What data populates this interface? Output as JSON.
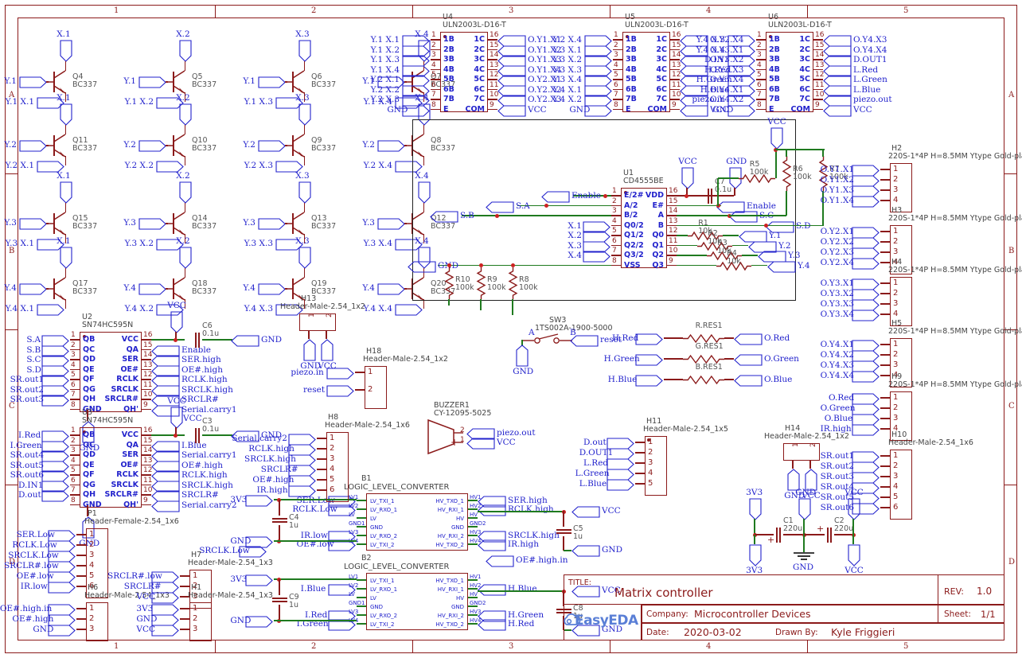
{
  "sheet": {
    "zones_top": [
      "1",
      "2",
      "3",
      "4",
      "5"
    ],
    "zones_side": [
      "A",
      "B",
      "C",
      "D"
    ]
  },
  "title_block": {
    "title_label": "TITLE:",
    "title_value": "Matrix controller",
    "rev_label": "REV:",
    "rev_value": "1.0",
    "company_label": "Company:",
    "company_value": "Microcontroller Devices",
    "sheet_label": "Sheet:",
    "sheet_value": "1/1",
    "date_label": "Date:",
    "date_value": "2020-03-02",
    "drawn_label": "Drawn By:",
    "drawn_value": "Kyle Friggieri",
    "logo_text": "EasyEDA"
  },
  "transistor_matrix": {
    "part": "BC337",
    "cells": [
      {
        "ref": "Q4",
        "x": "X.1",
        "y": "Y.1",
        "out": "Y.1 X.1"
      },
      {
        "ref": "Q5",
        "x": "X.2",
        "y": "Y.1",
        "out": "Y.1 X.2"
      },
      {
        "ref": "Q6",
        "x": "X.3",
        "y": "Y.1",
        "out": "Y.1 X.3"
      },
      {
        "ref": "Q7",
        "x": "X.4",
        "y": "Y.1",
        "out": "Y.1 X.4"
      },
      {
        "ref": "Q11",
        "x": "X.1",
        "y": "Y.2",
        "out": "Y.2 X.1"
      },
      {
        "ref": "Q10",
        "x": "X.2",
        "y": "Y.2",
        "out": "Y.2 X.2"
      },
      {
        "ref": "Q9",
        "x": "X.3",
        "y": "Y.2",
        "out": "Y.2 X.3"
      },
      {
        "ref": "Q8",
        "x": "X.4",
        "y": "Y.2",
        "out": "Y.2 X.4"
      },
      {
        "ref": "Q15",
        "x": "X.1",
        "y": "Y.3",
        "out": "Y.3 X.1"
      },
      {
        "ref": "Q14",
        "x": "X.2",
        "y": "Y.3",
        "out": "Y.3 X.2"
      },
      {
        "ref": "Q13",
        "x": "X.3",
        "y": "Y.3",
        "out": "Y.3 X.3"
      },
      {
        "ref": "Q12",
        "x": "X.4",
        "y": "Y.3",
        "out": "Y.3 X.4"
      },
      {
        "ref": "Q17",
        "x": "X.1",
        "y": "Y.4",
        "out": "Y.4 X.1"
      },
      {
        "ref": "Q18",
        "x": "X.2",
        "y": "Y.4",
        "out": "Y.4 X.2"
      },
      {
        "ref": "Q19",
        "x": "X.3",
        "y": "Y.4",
        "out": "Y.4 X.3"
      },
      {
        "ref": "Q20",
        "x": "X.4",
        "y": "Y.4",
        "out": "Y.4 X.4"
      }
    ]
  },
  "uln_drivers": [
    {
      "ref": "U4",
      "part": "ULN2003L-D16-T",
      "left_pins": [
        "1B",
        "2B",
        "3B",
        "4B",
        "5B",
        "6B",
        "7B",
        "E"
      ],
      "right_pins": [
        "1C",
        "2C",
        "3C",
        "4C",
        "5C",
        "6C",
        "7C",
        "COM"
      ],
      "left_nums": [
        "1",
        "2",
        "3",
        "4",
        "5",
        "6",
        "7",
        "8"
      ],
      "right_nums": [
        "16",
        "15",
        "14",
        "13",
        "12",
        "11",
        "10",
        "9"
      ],
      "left_nets": [
        "Y.1 X.1",
        "Y.1 X.2",
        "Y.1 X.3",
        "Y.1 X.4",
        "Y.2 X.1",
        "Y.2 X.2",
        "Y.2 X.3",
        "GND"
      ],
      "right_nets": [
        "O.Y1.X1",
        "O.Y1.X2",
        "O.Y1.X3",
        "O.Y1.X4",
        "O.Y2.X1",
        "O.Y2.X2",
        "O.Y2.X3",
        "VCC"
      ]
    },
    {
      "ref": "U5",
      "part": "ULN2003L-D16-T",
      "left_pins": [
        "1B",
        "2B",
        "3B",
        "4B",
        "5B",
        "6B",
        "7B",
        "E"
      ],
      "right_pins": [
        "1C",
        "2C",
        "3C",
        "4C",
        "5C",
        "6C",
        "7C",
        "COM"
      ],
      "left_nums": [
        "1",
        "2",
        "3",
        "4",
        "5",
        "6",
        "7",
        "8"
      ],
      "right_nums": [
        "16",
        "15",
        "14",
        "13",
        "12",
        "11",
        "10",
        "9"
      ],
      "left_nets": [
        "Y.2 X.4",
        "Y.3 X.1",
        "Y.3 X.2",
        "Y.3 X.3",
        "Y.3 X.4",
        "Y.4 X.1",
        "Y.4 X.2",
        "GND"
      ],
      "right_nets": [
        "O.Y2.X4",
        "O.Y3.X1",
        "O.Y3.X2",
        "O.Y3.X3",
        "O.Y3.X4",
        "O.Y4.X1",
        "O.Y4.X2",
        "VCC"
      ]
    },
    {
      "ref": "U6",
      "part": "ULN2003L-D16-T",
      "left_pins": [
        "1B",
        "2B",
        "3B",
        "4B",
        "5B",
        "6B",
        "7B",
        "E"
      ],
      "right_pins": [
        "1C",
        "2C",
        "3C",
        "4C",
        "5C",
        "6C",
        "7C",
        "COM"
      ],
      "left_nums": [
        "1",
        "2",
        "3",
        "4",
        "5",
        "6",
        "7",
        "8"
      ],
      "right_nums": [
        "16",
        "15",
        "14",
        "13",
        "12",
        "11",
        "10",
        "9"
      ],
      "left_nets": [
        "Y.4 X.3",
        "Y.4 X.4",
        "D.IN1",
        "H.Red",
        "H.Green",
        "H.Blue",
        "piezo.in",
        "GND"
      ],
      "right_nets": [
        "O.Y4.X3",
        "O.Y4.X4",
        "D.OUT1",
        "L.Red",
        "L.Green",
        "L.Blue",
        "piezo.out",
        "VCC"
      ]
    }
  ],
  "decoder": {
    "ref": "U1",
    "part": "CD4555BE",
    "left_pins": [
      "E/2#",
      "A/2",
      "B/2",
      "Q0/2",
      "Q1/2",
      "Q2/2",
      "Q3/2",
      "VSS"
    ],
    "right_pins": [
      "VDD",
      "E#",
      "A",
      "B",
      "Q0",
      "Q1",
      "Q2",
      "Q3"
    ],
    "left_nums": [
      "1",
      "2",
      "3",
      "4",
      "5",
      "6",
      "7",
      "8"
    ],
    "right_nums": [
      "16",
      "15",
      "14",
      "13",
      "12",
      "11",
      "10",
      "9"
    ],
    "left_nets": [
      "Enable",
      "S.A",
      "S.B",
      "X.1",
      "X.2",
      "X.3",
      "X.4",
      "GND"
    ],
    "right_nets": [
      "VCC",
      "Enable",
      "S.C",
      "S.D",
      "Y.1",
      "Y.2",
      "Y.3",
      "Y.4"
    ],
    "pulldowns": [
      {
        "ref": "R10",
        "value": "100k"
      },
      {
        "ref": "R9",
        "value": "100k"
      },
      {
        "ref": "R8",
        "value": "100k"
      }
    ],
    "series_resistors": [
      {
        "ref": "R1",
        "value": "10k"
      },
      {
        "ref": "R2",
        "value": "10k"
      },
      {
        "ref": "R3",
        "value": "10k"
      },
      {
        "ref": "R4",
        "value": "10k"
      }
    ],
    "pullups": [
      {
        "ref": "R5",
        "value": "100k"
      },
      {
        "ref": "R6",
        "value": "100k"
      },
      {
        "ref": "R7",
        "value": "100k"
      }
    ],
    "decoupling": {
      "ref": "C7",
      "value": "0.1u"
    },
    "rails": [
      "VCC",
      "GND",
      "GND"
    ]
  },
  "shift_registers": [
    {
      "ref": "U2",
      "part": "SN74HC595N",
      "left_pins": [
        "QB",
        "QC",
        "QD",
        "QE",
        "QF",
        "QG",
        "QH",
        "GND"
      ],
      "right_pins": [
        "VCC",
        "QA",
        "SER",
        "OE#",
        "RCLK",
        "SRCLK",
        "SRCLR#",
        "QH'"
      ],
      "left_nums": [
        "1",
        "2",
        "3",
        "4",
        "5",
        "6",
        "7",
        "8"
      ],
      "right_nums": [
        "16",
        "15",
        "14",
        "13",
        "12",
        "11",
        "10",
        "9"
      ],
      "left_nets": [
        "S.A",
        "S.B",
        "S.C",
        "S.D",
        "SR.out1",
        "SR.out2",
        "SR.out3",
        "GND"
      ],
      "right_nets": [
        "",
        "Enable",
        "SER.high",
        "OE#.high",
        "RCLK.high",
        "SRCLK.high",
        "SRCLR#",
        "Serial.carry1"
      ],
      "cap": {
        "ref": "C6",
        "value": "0.1u"
      },
      "rail_top": "VCC",
      "rail_cap_right": "GND"
    },
    {
      "ref": "U3",
      "part": "SN74HC595N",
      "left_pins": [
        "QB",
        "QC",
        "QD",
        "QE",
        "QF",
        "QG",
        "QH",
        "GND"
      ],
      "right_pins": [
        "VCC",
        "QA",
        "SER",
        "OE#",
        "RCLK",
        "SRCLK",
        "SRCLR#",
        "QH'"
      ],
      "left_nums": [
        "1",
        "2",
        "3",
        "4",
        "5",
        "6",
        "7",
        "8"
      ],
      "right_nums": [
        "16",
        "15",
        "14",
        "13",
        "12",
        "11",
        "10",
        "9"
      ],
      "left_nets": [
        "I.Red",
        "I.Green",
        "SR.out4",
        "SR.out5",
        "SR.out6",
        "D.IN1",
        "D.out",
        "GND"
      ],
      "right_nets": [
        "",
        "I.Blue",
        "Serial.carry1",
        "OE#.high",
        "RCLK.high",
        "SRCLK.high",
        "SRCLR#",
        "Serial.carry2"
      ],
      "cap": {
        "ref": "C3",
        "value": "0.1u"
      },
      "rail_top": "VCC",
      "rail_cap_right": "GND"
    }
  ],
  "level_converters": [
    {
      "ref": "B1",
      "part": "LOGIC_LEVEL_CONVERTER",
      "left_pins": [
        "LV_TXI_1",
        "LV_RXO_1",
        "LV",
        "GND",
        "LV_RXO_2",
        "LV_TXI_2"
      ],
      "right_pins": [
        "HV_TXO_1",
        "HV_RXI_1",
        "HV",
        "GND",
        "HV_RXI_2",
        "HV_TXO_2"
      ],
      "left_nums": [
        "LV1",
        "LV2",
        "LV",
        "GND1",
        "LV3",
        "LV4"
      ],
      "right_nums": [
        "HV1",
        "HV2",
        "HV",
        "GND2",
        "HV3",
        "HV4"
      ],
      "left_nets": [
        "SER.Low",
        "RCLK.Low",
        "",
        "",
        "IR.low",
        "OE#.low"
      ],
      "right_nets": [
        "SER.high",
        "RCLK.high",
        "",
        "",
        "SRCLK.high",
        "IR.high"
      ],
      "rail_in": "3V3",
      "rail_gnd": "GND",
      "cap_in": {
        "ref": "C4",
        "value": "1u"
      },
      "cap_out": {
        "ref": "C5",
        "value": "1u"
      },
      "rail_out": "VCC",
      "rail_out_gnd": "GND",
      "extra_left": "SRCLK.Low",
      "extra_right": "OE#.high.in"
    },
    {
      "ref": "B2",
      "part": "LOGIC_LEVEL_CONVERTER",
      "left_pins": [
        "LV_TXI_1",
        "LV_RXO_1",
        "LV",
        "GND",
        "LV_RXO_2",
        "LV_TXI_2"
      ],
      "right_pins": [
        "HV_TXO_1",
        "HV_RXI_1",
        "HV",
        "GND",
        "HV_RXI_2",
        "HV_TXO_2"
      ],
      "left_nums": [
        "LV1",
        "LV2",
        "LV",
        "GND1",
        "LV3",
        "LV4"
      ],
      "right_nums": [
        "HV1",
        "HV2",
        "HV",
        "GND2",
        "HV3",
        "HV4"
      ],
      "left_nets": [
        "",
        "I.Blue",
        "",
        "",
        "I.Red",
        "I.Green"
      ],
      "right_nets": [
        "",
        "H.Blue",
        "",
        "",
        "H.Green",
        "H.Red"
      ],
      "rail_in": "3V3",
      "rail_gnd": "GND",
      "cap_in": {
        "ref": "C9",
        "value": "1u"
      },
      "cap_out": {
        "ref": "C8",
        "value": "1u"
      },
      "rail_out": "VCC",
      "rail_out_gnd": "GND"
    }
  ],
  "connectors": [
    {
      "ref": "H2",
      "part": "220S-1*4P H=8.5MM Ytype Gold-plated",
      "pins": [
        "1",
        "2",
        "3",
        "4"
      ],
      "nets": [
        "O.Y1.X1",
        "O.Y1.X2",
        "O.Y1.X3",
        "O.Y1.X4"
      ]
    },
    {
      "ref": "H3",
      "part": "220S-1*4P H=8.5MM Ytype Gold-plated",
      "pins": [
        "1",
        "2",
        "3",
        "4"
      ],
      "nets": [
        "O.Y2.X1",
        "O.Y2.X2",
        "O.Y2.X3",
        "O.Y2.X4"
      ]
    },
    {
      "ref": "H4",
      "part": "220S-1*4P H=8.5MM Ytype Gold-plated",
      "pins": [
        "1",
        "2",
        "3",
        "4"
      ],
      "nets": [
        "O.Y3.X1",
        "O.Y3.X2",
        "O.Y3.X3",
        "O.Y3.X4"
      ]
    },
    {
      "ref": "H5",
      "part": "220S-1*4P H=8.5MM Ytype Gold-plated",
      "pins": [
        "1",
        "2",
        "3",
        "4"
      ],
      "nets": [
        "O.Y4.X1",
        "O.Y4.X2",
        "O.Y4.X3",
        "O.Y4.X4"
      ]
    },
    {
      "ref": "H9",
      "part": "220S-1*4P H=8.5MM Ytype Gold-plated",
      "pins": [
        "1",
        "2",
        "3",
        "4"
      ],
      "nets": [
        "O.Red",
        "O.Green",
        "O.Blue",
        "IR.high"
      ]
    },
    {
      "ref": "H10",
      "part": "Header-Male-2.54_1x6",
      "pins": [
        "1",
        "2",
        "3",
        "4",
        "5",
        "6"
      ],
      "nets": [
        "SR.out1",
        "SR.out2",
        "SR.out3",
        "SR.out4",
        "SR.out5",
        "SR.out6"
      ]
    },
    {
      "ref": "P1",
      "part": "Header-Female-2.54_1x6",
      "pins": [
        "1",
        "2",
        "3",
        "4",
        "5",
        "6"
      ],
      "nets": [
        "SER.Low",
        "RCLK.Low",
        "SRCLK.Low",
        "SRCLR#.low",
        "OE#.low",
        "IR.low"
      ]
    },
    {
      "ref": "H8",
      "part": "Header-Male-2.54_1x6",
      "pins": [
        "1",
        "2",
        "3",
        "4",
        "5",
        "6"
      ],
      "nets": [
        "Serial.carry2",
        "RCLK.high",
        "SRCLK.high",
        "SRCLR#",
        "OE#.high",
        "IR.high"
      ]
    },
    {
      "ref": "H11",
      "part": "Header-Male-2.54_1x5",
      "pins": [
        "1",
        "2",
        "3",
        "4",
        "5"
      ],
      "nets": [
        "D.out",
        "D.OUT1",
        "L.Red",
        "L.Green",
        "L.Blue"
      ]
    },
    {
      "ref": "H18",
      "part": "Header-Male-2.54_1x2",
      "pins": [
        "1",
        "2"
      ],
      "nets": [
        "piezo.in",
        "reset"
      ]
    },
    {
      "ref": "H13",
      "part": "Header-Male-2.54_1x2",
      "pins": [
        "1",
        "2"
      ],
      "nets": [
        "GND",
        "VCC"
      ]
    },
    {
      "ref": "H14",
      "part": "Header-Male-2.54_1x2",
      "pins": [
        "1",
        "2"
      ],
      "nets": [
        "GND",
        "VCC"
      ]
    },
    {
      "ref": "H6",
      "part": "Header-Male-2.54_1x3",
      "pins": [
        "1",
        "2",
        "3"
      ],
      "nets": [
        "OE#.high.in",
        "OE#.high",
        "GND"
      ]
    },
    {
      "ref": "H7",
      "part": "Header-Male-2.54_1x3",
      "pins": [
        "1",
        "2",
        "3"
      ],
      "nets": [
        "SRCLR#.low",
        "SRCLR#",
        "VCC"
      ]
    },
    {
      "ref": "H1",
      "part": "Header-Male-2.54_1x3",
      "pins": [
        "1",
        "2",
        "3"
      ],
      "nets": [
        "3V3",
        "GND",
        "VCC"
      ]
    }
  ],
  "switch": {
    "ref": "SW3",
    "part": "1TS002A-1900-5000",
    "pin_a": "A",
    "pin_b": "B",
    "net_a": "GND",
    "net_b": "reset"
  },
  "buzzer": {
    "ref": "BUZZER1",
    "part": "CY-12095-5025",
    "pins": [
      "2",
      "1"
    ],
    "nets": [
      "piezo.out",
      "VCC"
    ],
    "polarity": "+"
  },
  "rgb_resistors": [
    {
      "ref": "R.RES1",
      "in": "H.Red",
      "out": "O.Red"
    },
    {
      "ref": "G.RES1",
      "in": "H.Green",
      "out": "O.Green"
    },
    {
      "ref": "B.RES1",
      "in": "H.Blue",
      "out": "O.Blue"
    }
  ],
  "power": {
    "rail_left": "3V3",
    "rail_right": "VCC",
    "rail_mid": "GND",
    "caps": [
      {
        "ref": "C1",
        "value": "220u"
      },
      {
        "ref": "C2",
        "value": "220u"
      }
    ],
    "bottom_left": "3V3",
    "bottom_right": "VCC",
    "ground": "GND"
  }
}
